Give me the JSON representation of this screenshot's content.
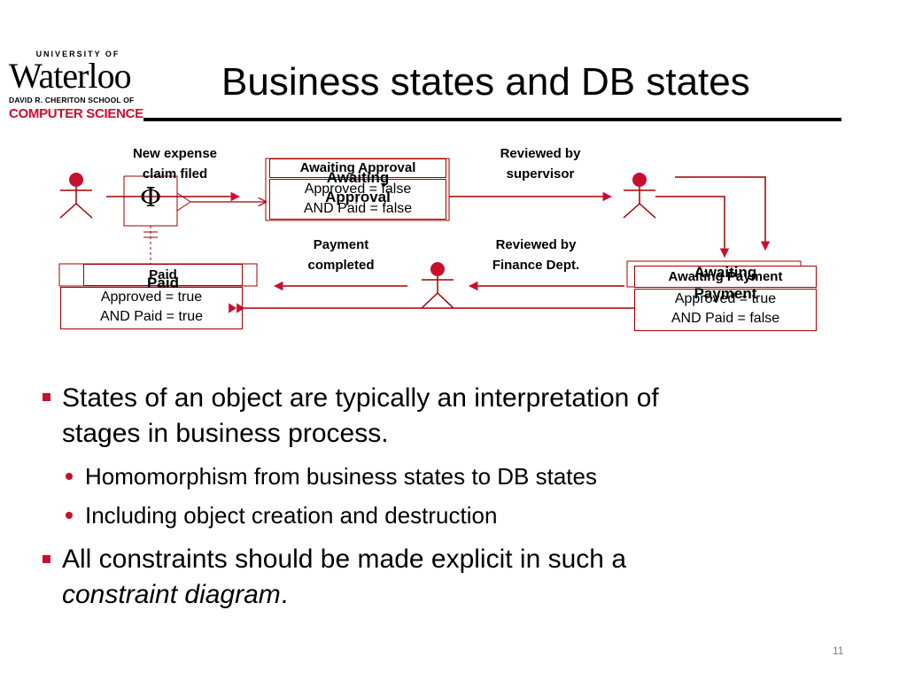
{
  "logo": {
    "university_of": "UNIVERSITY OF",
    "name": "Waterloo",
    "school": "DAVID R. CHERITON SCHOOL OF",
    "department": "COMPUTER SCIENCE"
  },
  "slide": {
    "title": "Business states and DB states",
    "page_number": "11"
  },
  "diagram": {
    "phi_symbol": "Φ",
    "labels": {
      "new_claim_line1": "New expense",
      "new_claim_line2": "claim filed",
      "reviewed_supervisor_line1": "Reviewed by",
      "reviewed_supervisor_line2": "supervisor",
      "payment_completed_line1": "Payment",
      "payment_completed_line2": "completed",
      "reviewed_finance_line1": "Reviewed by",
      "reviewed_finance_line2": "Finance Dept."
    },
    "states": {
      "awaiting_approval": {
        "header": "Awaiting Approval",
        "overlay_line1": "Awaiting",
        "overlay_line2": "Approval",
        "cond_line1": "Approved = false",
        "cond_line2": "AND Paid = false"
      },
      "paid": {
        "header": "Paid",
        "overlay": "Paid",
        "cond_line1": "Approved = true",
        "cond_line2": "AND Paid = true"
      },
      "awaiting_payment": {
        "header": "Awaiting Payment",
        "overlay_line1": "Awaiting",
        "overlay_line2": "Payment",
        "cond_line1": "Approved = true",
        "cond_line2": "AND Paid = false"
      }
    },
    "colors": {
      "accent": "#c8102e",
      "line": "#a00000"
    }
  },
  "bullets": {
    "b1_line1": "States of an object are typically an interpretation of",
    "b1_line2": "stages in business process.",
    "sub1": "Homomorphism from business states to DB states",
    "sub2": "Including object creation and destruction",
    "b2_line1": "All constraints should be made explicit in such a",
    "b2_line2_em": "constraint diagram",
    "b2_line2_tail": "."
  }
}
